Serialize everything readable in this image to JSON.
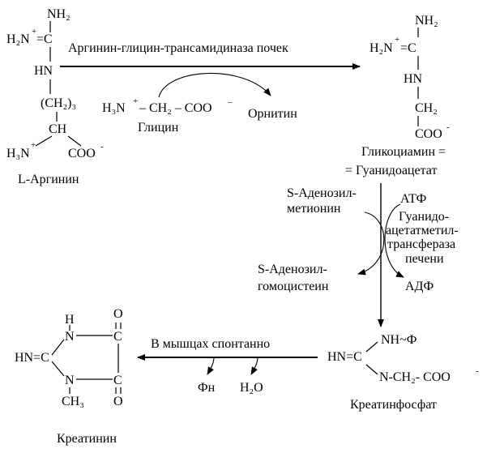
{
  "arginine": {
    "nh2_top": "NH₂",
    "h2n_plus": "H₂N",
    "plus": "+",
    "eq_c": "=C",
    "hn": "HN",
    "ch2_3": "(CH₂)₃",
    "ch": "CH",
    "h3n": "H₃N",
    "coo": "COO",
    "minus": "-",
    "name": "L-Аргинин"
  },
  "glycine": {
    "formula_a": "H₃N",
    "formula_b": "– CH₂ – COO",
    "minus": "–",
    "name": "Глицин"
  },
  "ornithine": {
    "name": "Орнитин"
  },
  "enzyme1": {
    "label": "Аргинин-глицин-трансамидиназа почек"
  },
  "glycocyamine": {
    "nh2_top": "NH₂",
    "h2n_plus": "H₂N",
    "plus": "+",
    "eq_c": "=C",
    "hn": "HN",
    "ch2": "CH₂",
    "coo": "COO",
    "minus": "-",
    "name_line1": "Гликоциамин =",
    "name_line2": "= Гуанидоацетат"
  },
  "methylation": {
    "sam_line1": "S-Аденозил-",
    "sam_line2": "метионин",
    "sah_line1": "S-Аденозил-",
    "sah_line2": "гомоцистеин",
    "atp": "АТФ",
    "adp": "АДФ",
    "enzyme_line1": "Гуанидо-",
    "enzyme_line2": "ацетатметил-",
    "enzyme_line3": "трансфераза",
    "enzyme_line4": "печени"
  },
  "creatine_phosphate": {
    "nh_p": "NH~Ф",
    "hn_eq_c": "HN=C",
    "n_ch2_coo": "N-CH₂- COO",
    "minus": "-",
    "name": "Креатинфосфат"
  },
  "reaction3": {
    "label": "В мышцах спонтанно",
    "pn": "Фн",
    "h2o": "H₂O"
  },
  "creatinine": {
    "h": "H",
    "n_top": "N",
    "hn_eq_c": "HN=C",
    "n_bottom": "N",
    "ch3": "CH₃",
    "c_top": "C",
    "c_bottom": "C",
    "o_top": "O",
    "o_bottom": "O",
    "name": "Креатинин"
  }
}
